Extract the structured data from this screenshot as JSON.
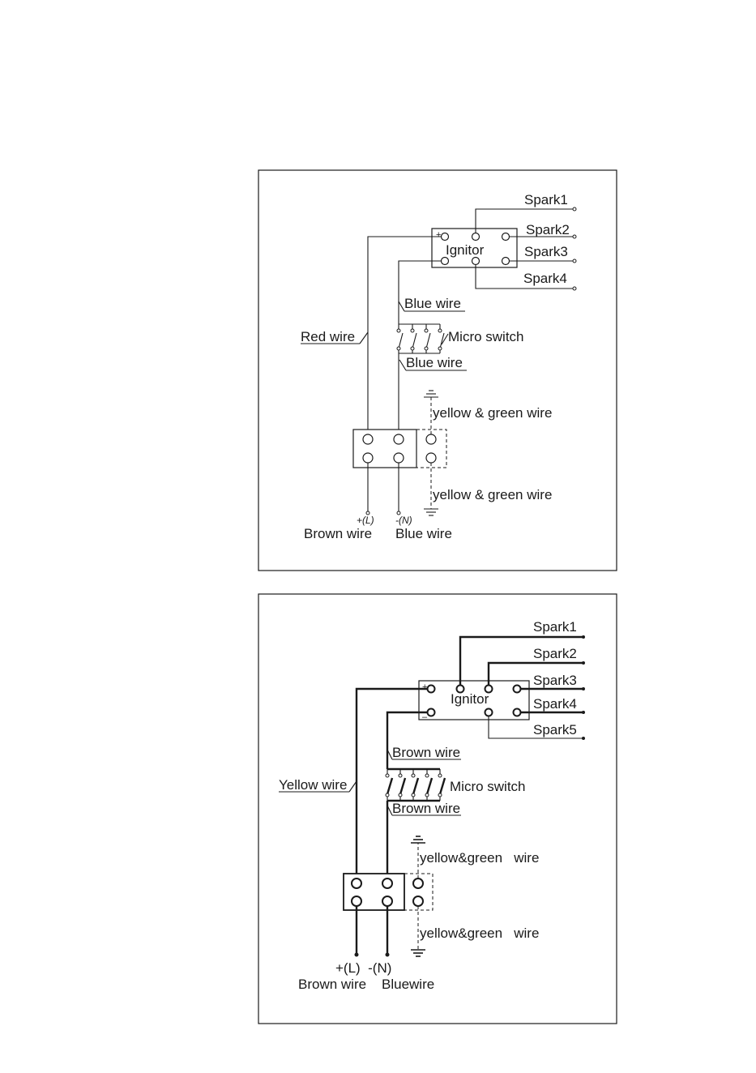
{
  "diagram1": {
    "ignitor": "Ignitor",
    "plus": "+",
    "spark1": "Spark1",
    "spark2": "Spark2",
    "spark3": "Spark3",
    "spark4": "Spark4",
    "blue_wire_top": "Blue wire",
    "micro_switch": "Micro switch",
    "blue_wire_bottom": "Blue wire",
    "red_wire": "Red wire",
    "yg_wire_top": "yellow & green wire",
    "yg_wire_bottom": "yellow & green wire",
    "live": "+(L)",
    "neutral": "-(N)",
    "brown_wire": "Brown wire",
    "blue_wire": "Blue wire"
  },
  "diagram2": {
    "ignitor": "Ignitor",
    "plus": "+",
    "minus": "–",
    "spark1": "Spark1",
    "spark2": "Spark2",
    "spark3": "Spark3",
    "spark4": "Spark4",
    "spark5": "Spark5",
    "brown_wire_top": "Brown wire",
    "micro_switch": "Micro switch",
    "brown_wire_bottom": "Brown wire",
    "yellow_wire": "Yellow wire",
    "yg_wire_top": "yellow&green   wire",
    "yg_wire_bottom": "yellow&green   wire",
    "live_neutral": "+(L)  -(N)",
    "brown_wire": "Brown wire",
    "blue_wire": "Bluewire"
  }
}
